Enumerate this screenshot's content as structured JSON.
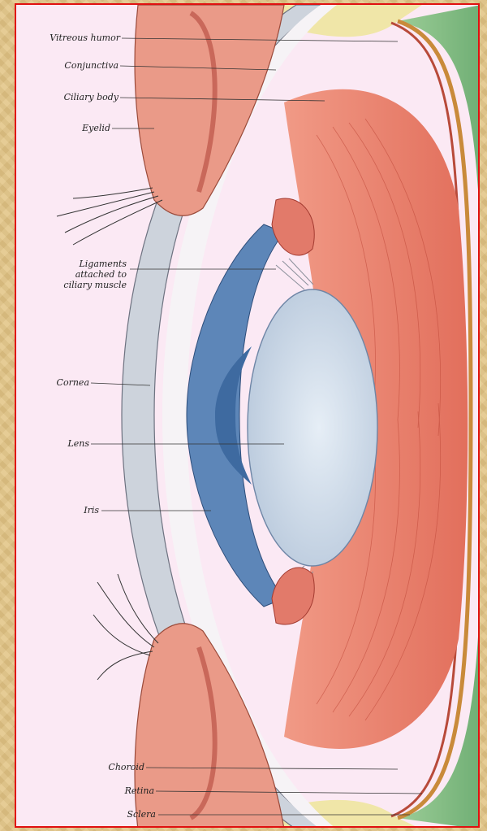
{
  "diagram": {
    "labels": {
      "vitreous_humor": "Vitreous humor",
      "conjunctiva": "Conjunctiva",
      "ciliary_body": "Ciliary body",
      "eyelid": "Eyelid",
      "ligaments": "Ligaments attached to ciliary muscle",
      "cornea": "Cornea",
      "lens": "Lens",
      "iris": "Iris",
      "choroid": "Choroid",
      "retina": "Retina",
      "sclera": "Sclera"
    },
    "colors": {
      "frame_border": "#e01010",
      "page_background": "#fbe9f4",
      "lens": "#cfdcea",
      "iris": "#5d86b8",
      "muscle": "#e6806c",
      "vitreous": "#8fc58c",
      "cornea": "#cdd3dc",
      "sclera_band": "#f0e6a8"
    }
  }
}
